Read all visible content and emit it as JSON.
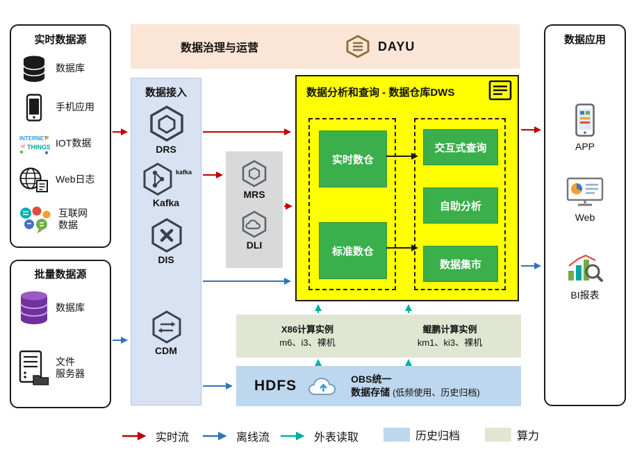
{
  "colors": {
    "realtime_flow": "#c00000",
    "offline_flow": "#2e75b6",
    "external_read": "#00b0a0",
    "history_archive": "#bdd7ee",
    "compute_power": "#e1e6d2",
    "dws_bg": "#ffff00",
    "green_module": "#3aaf4c",
    "ingestion_bg": "#d9e2f3",
    "governance_bg": "#fbe5d6",
    "middleware_bg": "#d9d9d9"
  },
  "governance": {
    "title": "数据治理与运营",
    "logo_text": "DAYU"
  },
  "realtime_sources": {
    "title": "实时数据源",
    "items": [
      {
        "label": "数据库",
        "icon": "database-icon"
      },
      {
        "label": "手机应用",
        "icon": "phone-icon"
      },
      {
        "label": "IOT数据",
        "icon": "iot-icon"
      },
      {
        "label": "Web日志",
        "icon": "web-log-icon"
      },
      {
        "label": "互联网\n数据",
        "icon": "internet-data-icon"
      }
    ]
  },
  "batch_sources": {
    "title": "批量数据源",
    "items": [
      {
        "label": "数据库",
        "icon": "database-purple-icon"
      },
      {
        "label": "文件\n服务器",
        "icon": "file-server-icon"
      }
    ]
  },
  "ingestion": {
    "title": "数据接入",
    "items": [
      {
        "label": "DRS",
        "icon": "drs-hexagon-icon"
      },
      {
        "label": "Kafka",
        "icon": "kafka-hexagon-icon",
        "wordmark": "kafka"
      },
      {
        "label": "DIS",
        "icon": "dis-hexagon-icon"
      },
      {
        "label": "CDM",
        "icon": "cdm-hexagon-icon"
      }
    ]
  },
  "middleware": {
    "items": [
      {
        "label": "MRS",
        "icon": "mrs-hexagon-icon"
      },
      {
        "label": "DLI",
        "icon": "dli-hexagon-icon"
      }
    ]
  },
  "dws": {
    "title": "数据分析和查询 - 数据仓库DWS",
    "warehouses": [
      "实时数仓",
      "标准数仓"
    ],
    "services": [
      "交互式查询",
      "自助分析",
      "数据集市"
    ]
  },
  "compute": {
    "instances": [
      {
        "title": "X86计算实例",
        "subtitle": "m6、i3、裸机"
      },
      {
        "title": "鲲鹏计算实例",
        "subtitle": "km1、ki3、裸机"
      }
    ]
  },
  "storage": {
    "hdfs_label": "HDFS",
    "obs_line1": "OBS统一",
    "obs_line2": "数据存储",
    "obs_note": "(低频使用、历史归档)"
  },
  "applications": {
    "title": "数据应用",
    "items": [
      {
        "label": "APP",
        "icon": "app-phone-icon"
      },
      {
        "label": "Web",
        "icon": "web-monitor-icon"
      },
      {
        "label": "BI报表",
        "icon": "bi-report-icon"
      }
    ]
  },
  "legend": {
    "items": [
      {
        "label": "实时流",
        "type": "arrow",
        "color": "#c00000"
      },
      {
        "label": "离线流",
        "type": "arrow",
        "color": "#2e75b6"
      },
      {
        "label": "外表读取",
        "type": "arrow",
        "color": "#00b0a0"
      },
      {
        "label": "历史归档",
        "type": "swatch",
        "color": "#bdd7ee"
      },
      {
        "label": "算力",
        "type": "swatch",
        "color": "#e1e6d2"
      }
    ]
  }
}
